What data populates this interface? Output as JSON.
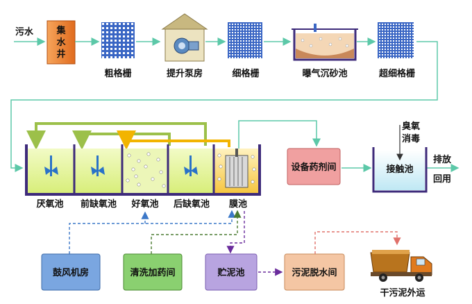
{
  "labels": {
    "inlet": "污水",
    "collect_well": "集水井",
    "coarse_screen": "粗格栅",
    "lift_pump": "提升泵房",
    "fine_screen": "细格栅",
    "grit_chamber": "曝气沉砂池",
    "ultra_fine_screen": "超细格栅",
    "anaerobic": "厌氧池",
    "pre_anoxic": "前缺氧池",
    "aerobic": "好氧池",
    "post_anoxic": "后缺氧池",
    "membrane": "膜池",
    "chem_room": "设备药剂间",
    "contact_tank": "接触池",
    "ozone_1": "臭氧",
    "ozone_2": "消毒",
    "discharge": "排放",
    "reuse": "回用",
    "blower": "鼓风机房",
    "cleaning": "清洗加药间",
    "sludge_tank": "贮泥池",
    "dewater": "污泥脱水间",
    "truck_out": "干污泥外运"
  },
  "colors": {
    "flow_line": "#5cc8a8",
    "tank_fill": "#e6f5a0",
    "tank_wall": "#3d2a7a",
    "screen": "#3a66c4",
    "recycle_green": "#9cc04a",
    "recycle_yellow": "#f2b400",
    "air_line": "#3c78c8",
    "chem_line": "#4a7a30",
    "sludge_line": "#6a2c9c",
    "sludge_line2": "#e0706a",
    "blower_box": "#7aa6e0",
    "cleaning_box": "#8ad070",
    "sludge_box": "#b8a4e0",
    "dewater_box": "#f4c6a4",
    "chem_box": "#f0a0a0"
  }
}
